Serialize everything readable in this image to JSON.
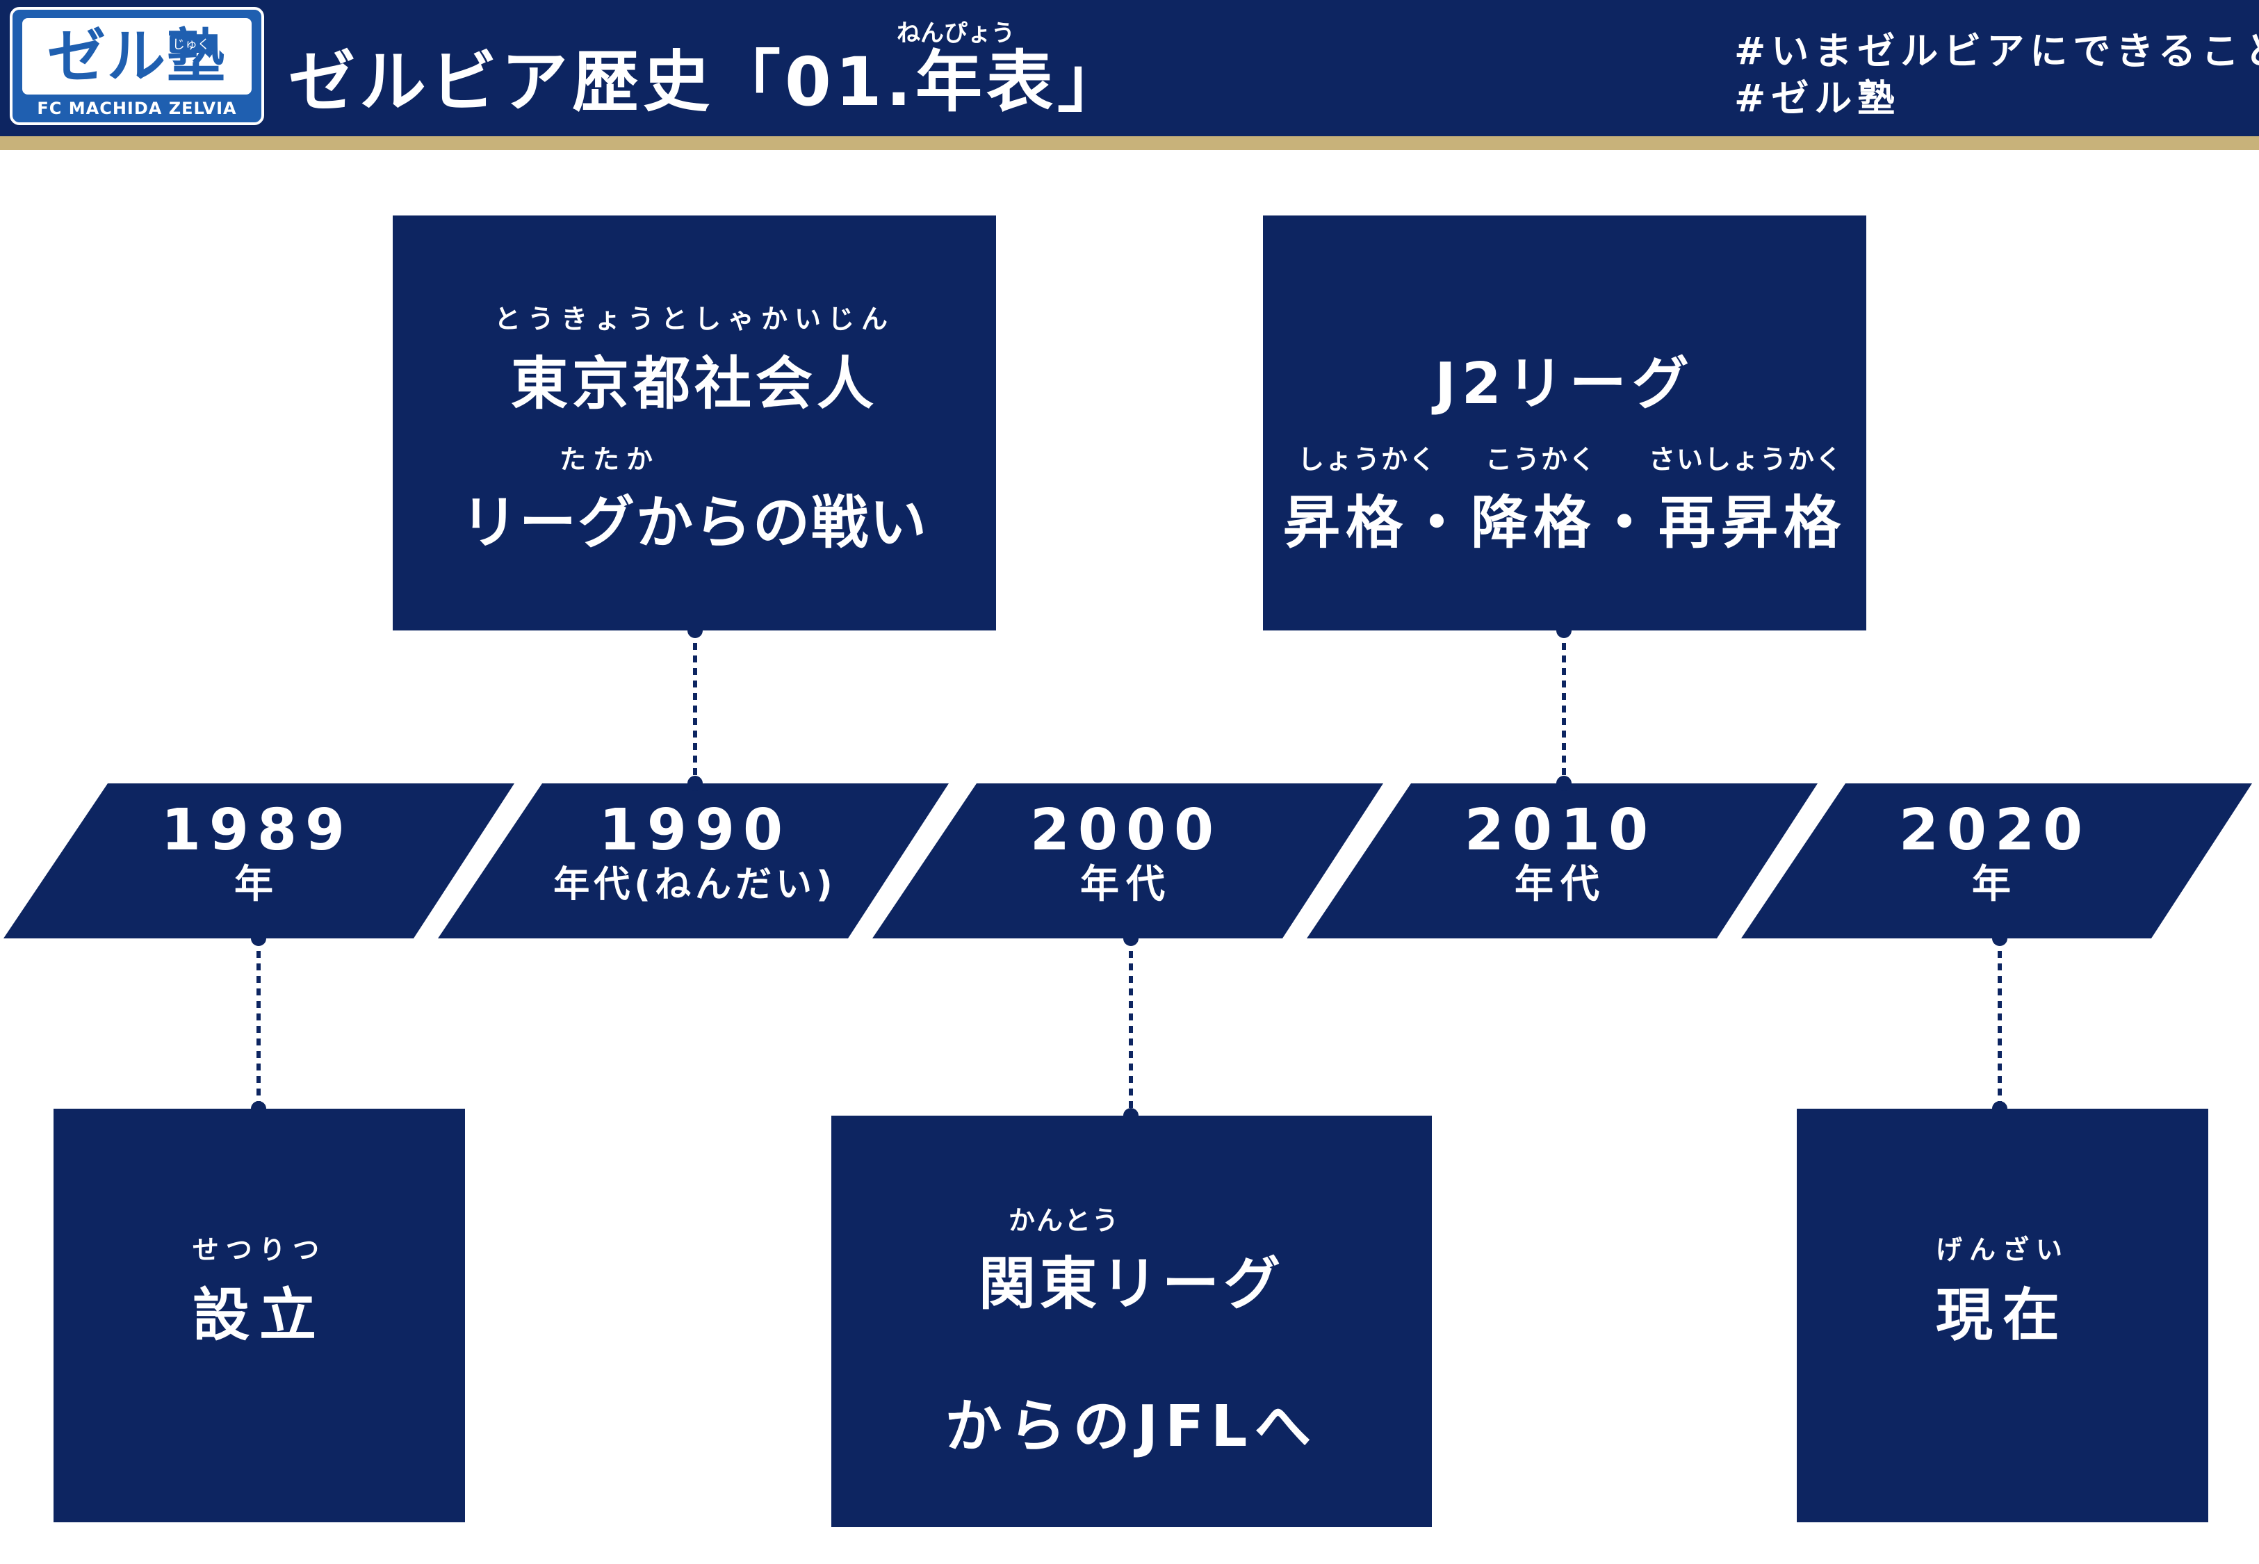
{
  "header": {
    "logo_text": "ゼル塾",
    "logo_ruby": "じゅく",
    "logo_sub": "FC MACHIDA ZELVIA",
    "title": "ゼルビア歴史「01.年表」",
    "title_ruby": "ねんぴょう",
    "hashtag_1": "#いまゼルビアにできること",
    "hashtag_2": "#ゼル塾"
  },
  "colors": {
    "navy": "#0d2561",
    "gold": "#c8b27a",
    "logo_blue": "#1f5fb0",
    "white": "#ffffff"
  },
  "timeline": [
    {
      "num": "1989",
      "unit": "年"
    },
    {
      "num": "1990",
      "unit": "年代(ねんだい)"
    },
    {
      "num": "2000",
      "unit": "年代"
    },
    {
      "num": "2010",
      "unit": "年代"
    },
    {
      "num": "2020",
      "unit": "年"
    }
  ],
  "events": {
    "tokyo": {
      "ruby": "とうきょうとしゃかいじん",
      "line1": "東京都社会人",
      "ruby2": "たたか",
      "line2": "リーグからの戦い"
    },
    "j2": {
      "line1": "J2リーグ",
      "ruby_a": "しょうかく",
      "ruby_b": "こうかく",
      "ruby_c": "さいしょうかく",
      "line2": "昇格・降格・再昇格"
    },
    "setsuritsu": {
      "ruby": "せつりつ",
      "main": "設立"
    },
    "kanto": {
      "ruby": "かんとう",
      "line1": "関東リーグ",
      "line2": "からのJFLへ"
    },
    "genzai": {
      "ruby": "げんざい",
      "main": "現在"
    }
  }
}
